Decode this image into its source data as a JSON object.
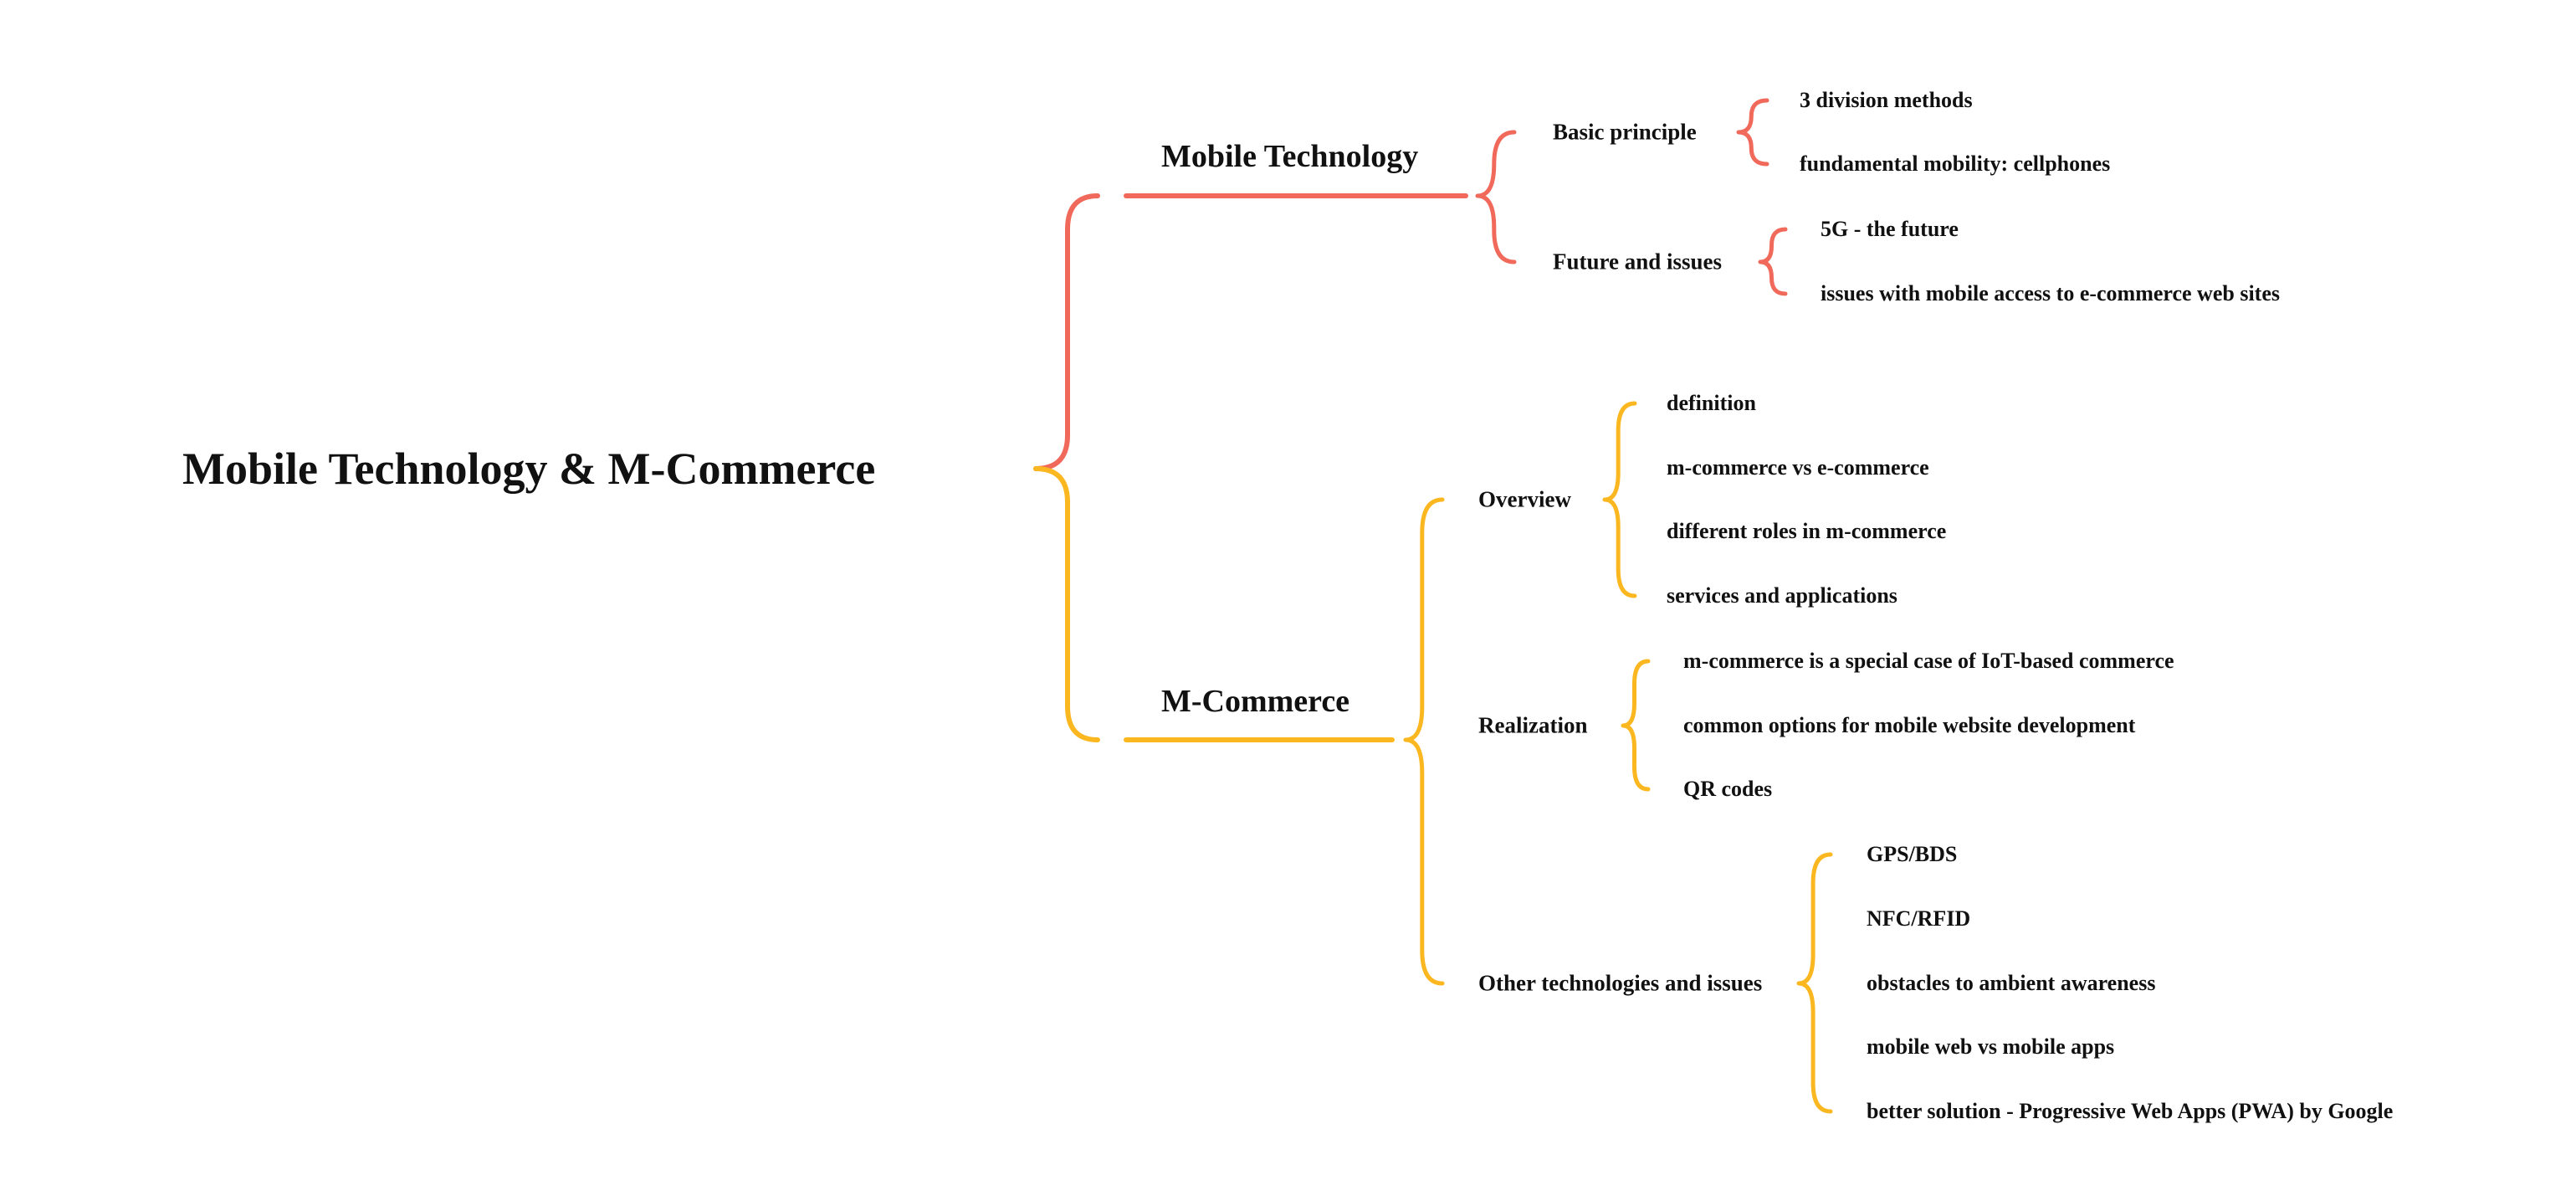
{
  "colors": {
    "mobile_technology": "#f0695a",
    "m_commerce": "#fbb720",
    "text": "#111111"
  },
  "root": {
    "title": "Mobile Technology & M-Commerce"
  },
  "branches": [
    {
      "label": "Mobile Technology",
      "subtopics": [
        {
          "label": "Basic principle",
          "details": [
            "3 division methods",
            "fundamental mobility: cellphones"
          ]
        },
        {
          "label": "Future and issues",
          "details": [
            "5G - the future",
            "issues with mobile access to e-commerce web sites"
          ]
        }
      ]
    },
    {
      "label": "M-Commerce",
      "subtopics": [
        {
          "label": "Overview",
          "details": [
            "definition",
            "m-commerce vs e-commerce",
            "different roles in m-commerce",
            "services and applications"
          ]
        },
        {
          "label": "Realization",
          "details": [
            "m-commerce is a special case of IoT-based commerce",
            "common options for mobile website development",
            "QR codes"
          ]
        },
        {
          "label": "Other technologies and issues",
          "details": [
            "GPS/BDS",
            "NFC/RFID",
            "obstacles to ambient awareness",
            "mobile web vs mobile apps",
            "better solution - Progressive Web Apps (PWA) by Google"
          ]
        }
      ]
    }
  ]
}
